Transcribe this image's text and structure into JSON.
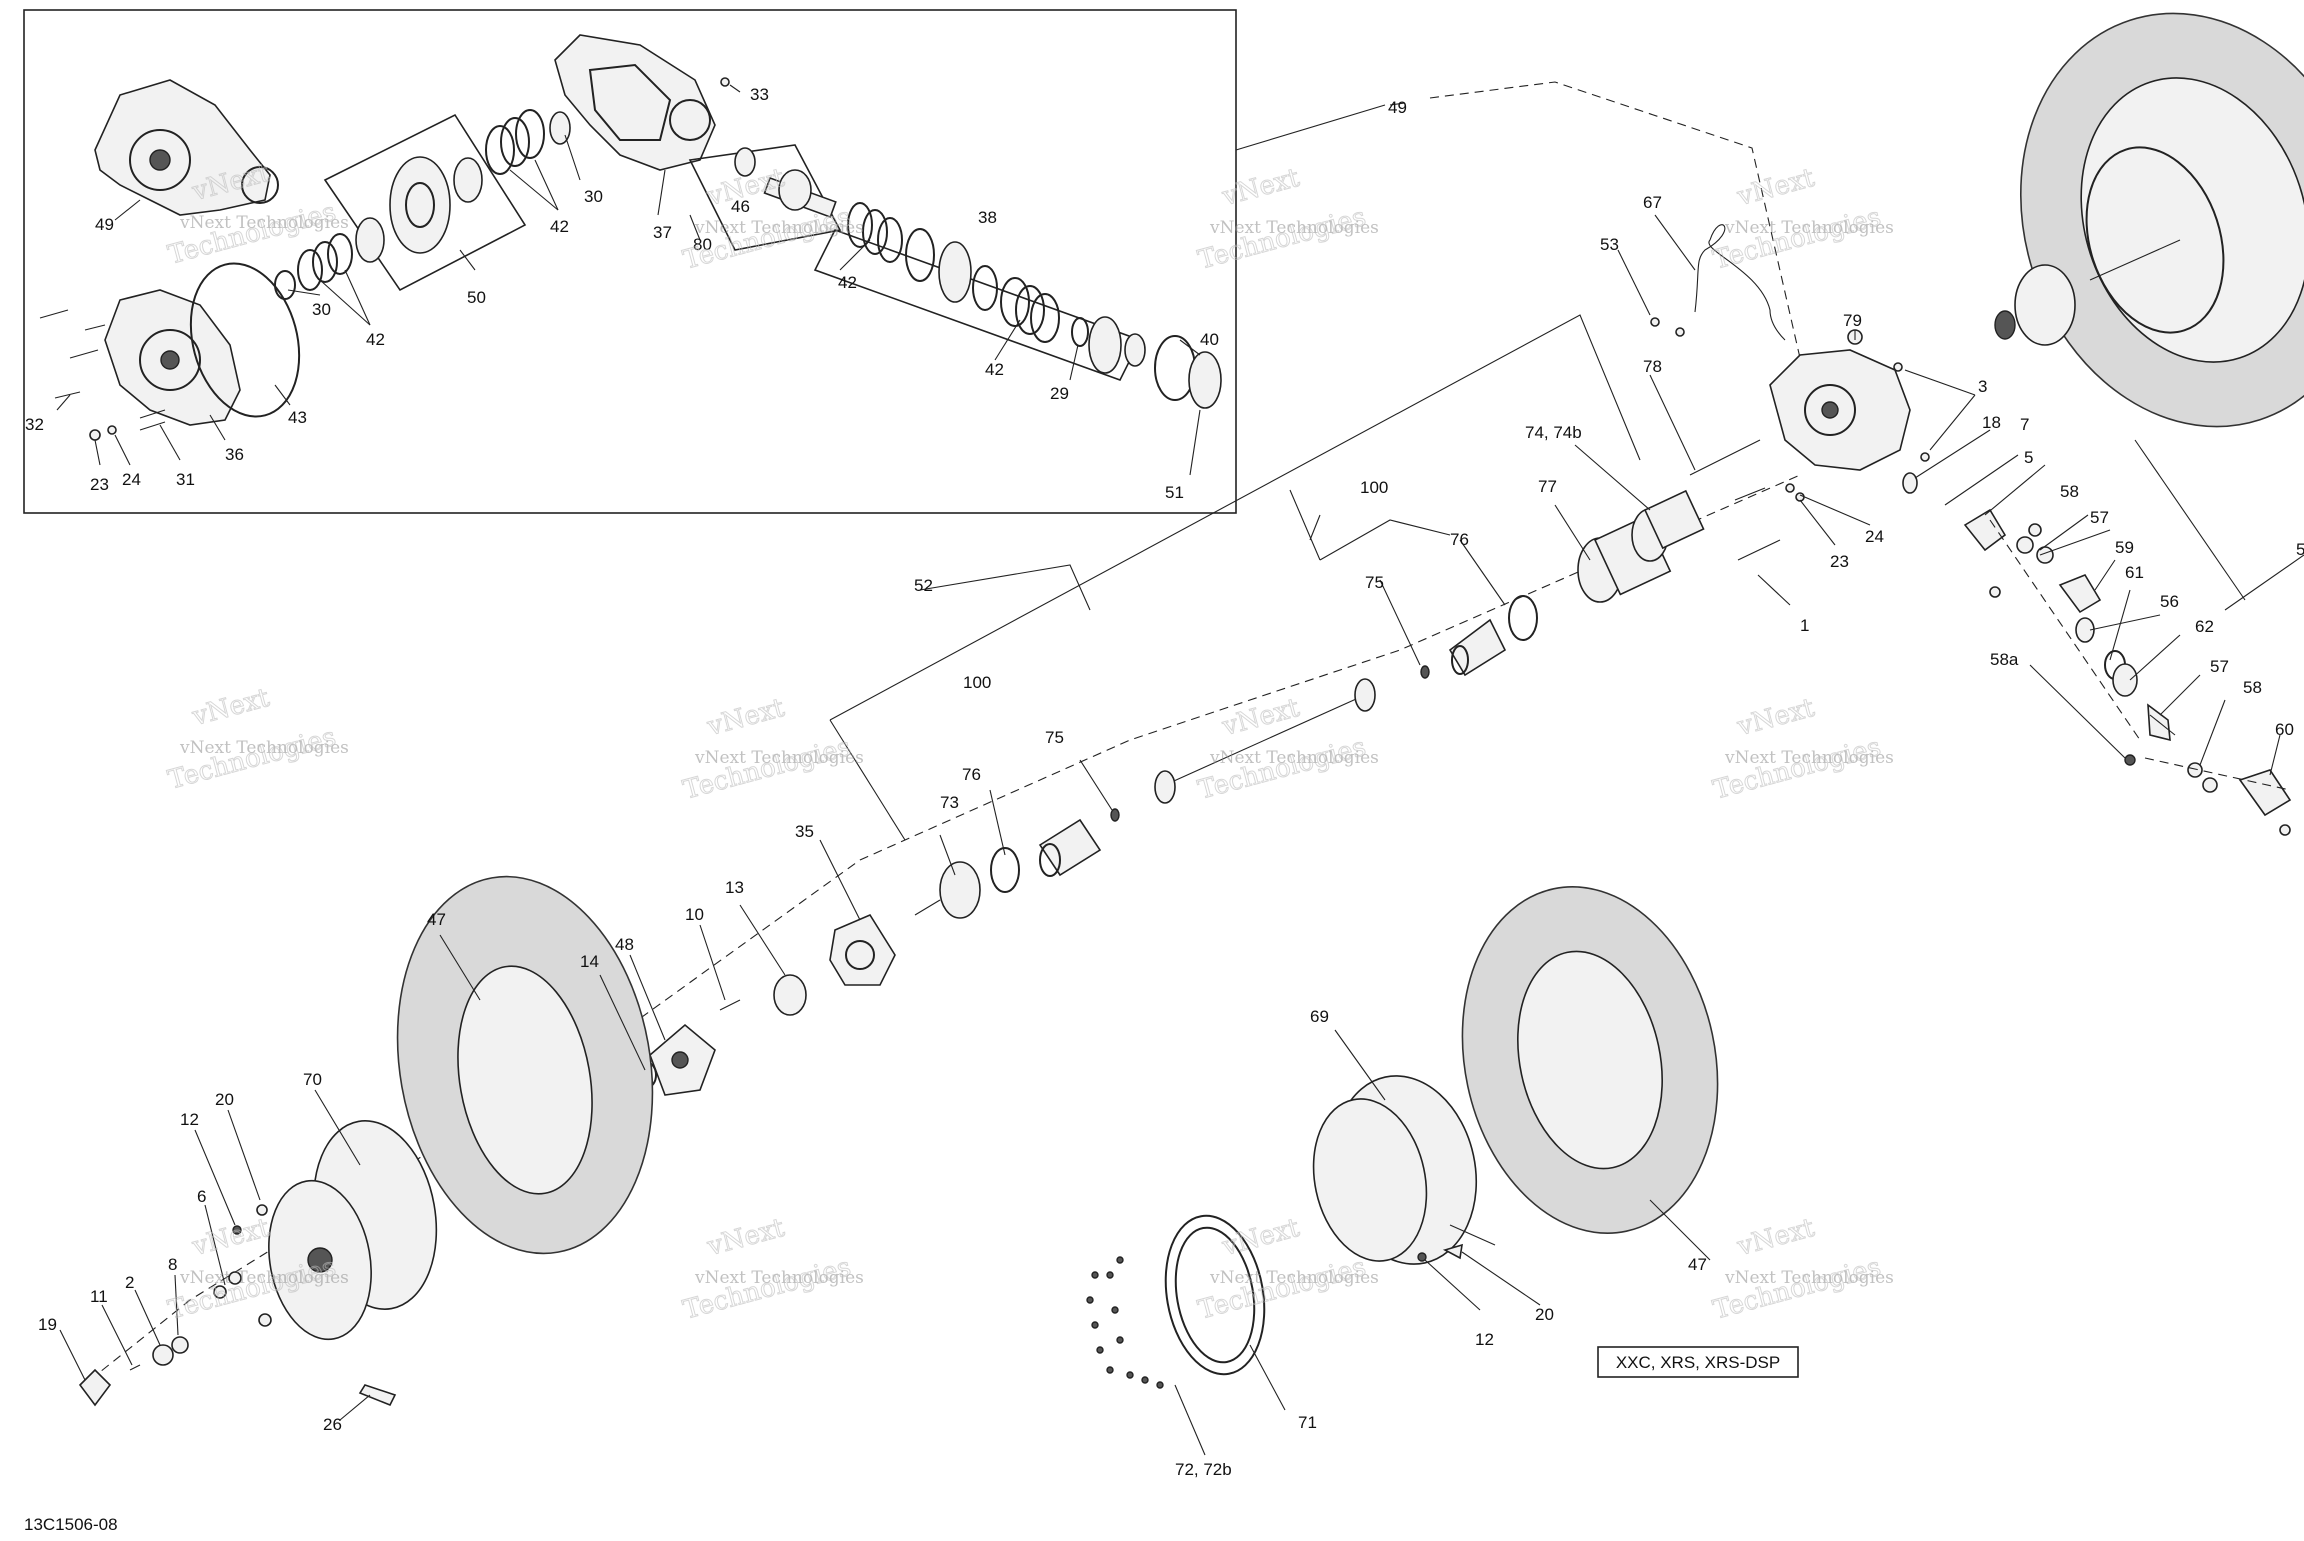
{
  "diagram": {
    "figure_code": "13C1506-08",
    "variant_note": "XXC, XRS, XRS-DSP",
    "watermark_line1": "vNext Technologies",
    "watermark_line2": "vNext",
    "watermark_line3": "Technologies",
    "callouts": {
      "c1": "1",
      "c2": "2",
      "c3": "3",
      "c5": "5",
      "c5b": "5",
      "c6": "6",
      "c7": "7",
      "c8": "8",
      "c10": "10",
      "c11": "11",
      "c12a": "12",
      "c12b": "12",
      "c13": "13",
      "c14": "14",
      "c18": "18",
      "c19": "19",
      "c20a": "20",
      "c20b": "20",
      "c23a": "23",
      "c23b": "23",
      "c24a": "24",
      "c24b": "24",
      "c26": "26",
      "c29": "29",
      "c30a": "30",
      "c30b": "30",
      "c31": "31",
      "c32": "32",
      "c33": "33",
      "c35": "35",
      "c36": "36",
      "c37": "37",
      "c38": "38",
      "c40": "40",
      "c42a": "42",
      "c42b": "42",
      "c42c": "42",
      "c42d": "42",
      "c43": "43",
      "c46": "46",
      "c47a": "47",
      "c47b": "47",
      "c48": "48",
      "c49a": "49",
      "c49b": "49",
      "c50": "50",
      "c51": "51",
      "c52": "52",
      "c53": "53",
      "c56": "56",
      "c57a": "57",
      "c57b": "57",
      "c58a": "58",
      "c58b": "58",
      "c58c": "58a",
      "c59": "59",
      "c60": "60",
      "c61": "61",
      "c62": "62",
      "c67": "67",
      "c69": "69",
      "c70": "70",
      "c71": "71",
      "c72": "72, 72b",
      "c73": "73",
      "c74": "74, 74b",
      "c75a": "75",
      "c75b": "75",
      "c76a": "76",
      "c76b": "76",
      "c77": "77",
      "c78": "78",
      "c79": "79",
      "c80": "80",
      "c100a": "100",
      "c100b": "100"
    }
  }
}
